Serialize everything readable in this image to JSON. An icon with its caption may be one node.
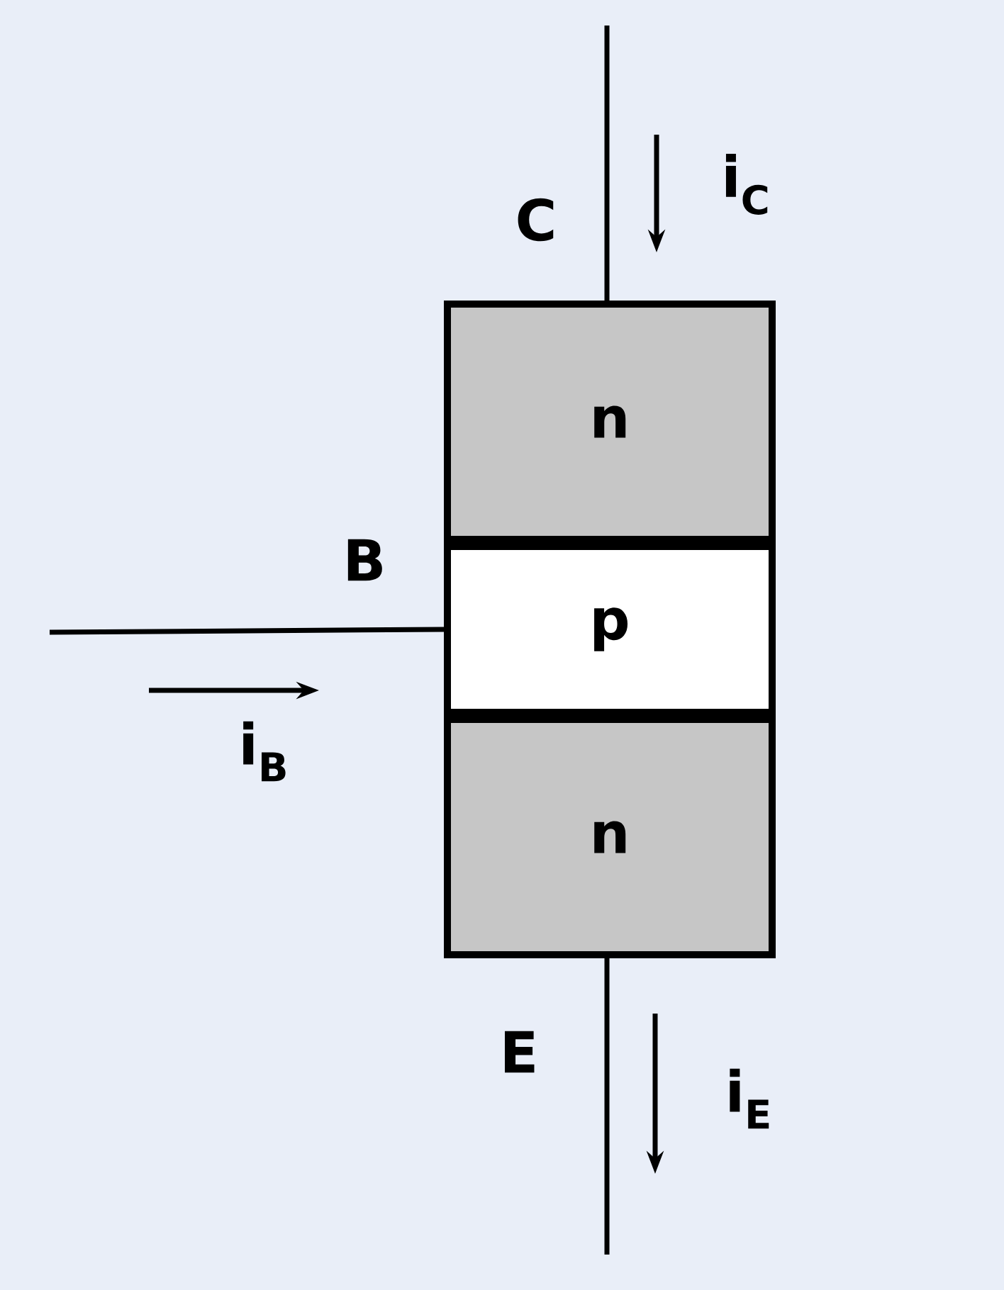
{
  "diagram": {
    "nodes": [
      {
        "text": [
          "n"
        ]
      },
      {
        "text": [
          "p"
        ]
      },
      {
        "text": [
          "n"
        ]
      }
    ],
    "edges": [
      {
        "from": null,
        "to": 0,
        "arrow": "none"
      },
      {
        "from": null,
        "to": 1,
        "arrow": "none"
      },
      {
        "from": 2,
        "to": null,
        "arrow": "none"
      }
    ],
    "labels": [
      "C",
      "i$_{C}$",
      "B",
      "i$_{B}$",
      "E",
      "i$_{E}$"
    ]
  }
}
